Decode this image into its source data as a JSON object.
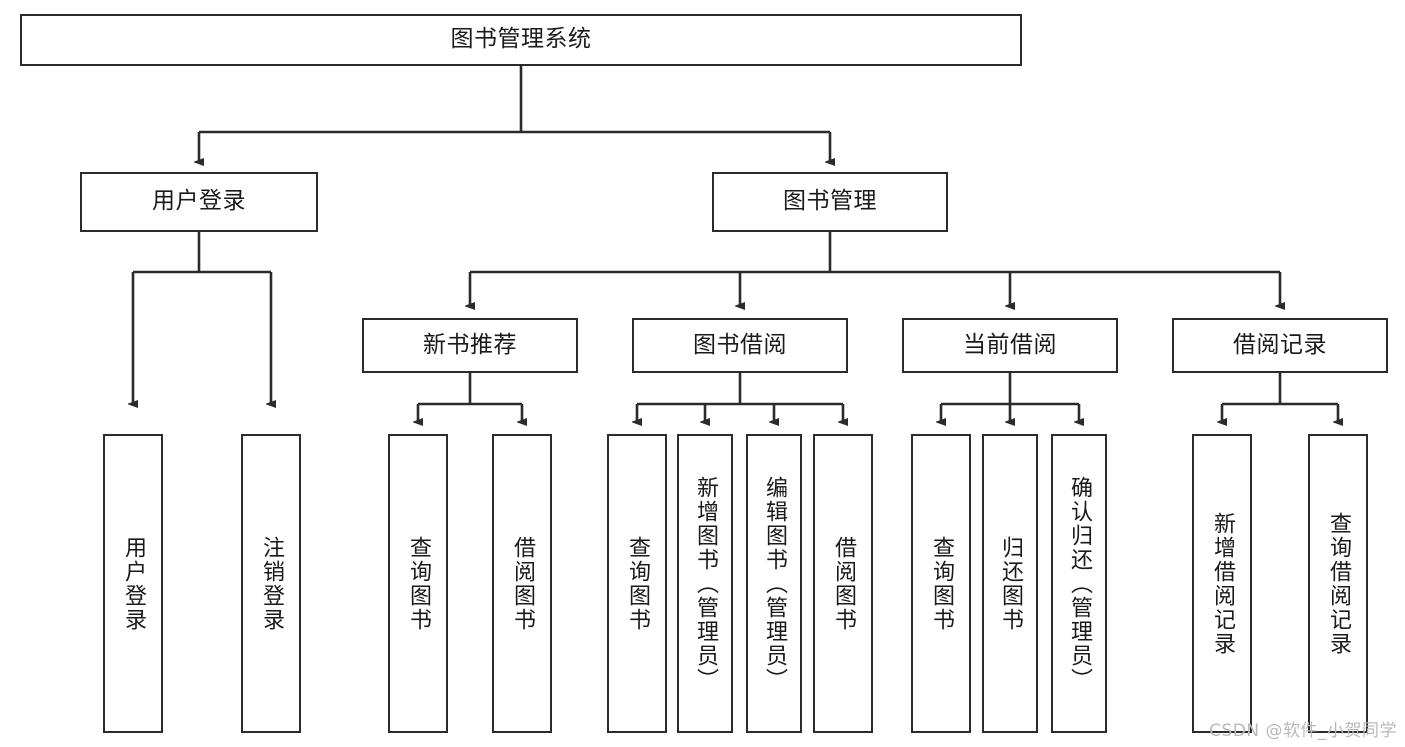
{
  "diagram": {
    "type": "tree-hierarchy-diagram",
    "title": "图书管理系统",
    "stroke_color": "#2b2b2b",
    "fill_color": "#ffffff",
    "text_color": "#1a1a1a",
    "root": {
      "label": "图书管理系统"
    },
    "level1": [
      {
        "label": "用户登录"
      },
      {
        "label": "图书管理"
      }
    ],
    "level2": [
      {
        "label": "新书推荐"
      },
      {
        "label": "图书借阅"
      },
      {
        "label": "当前借阅"
      },
      {
        "label": "借阅记录"
      }
    ],
    "leaves": {
      "user_login": [
        {
          "label": "用户登录"
        },
        {
          "label": "注销登录"
        }
      ],
      "new_book_recommend": [
        {
          "label": "查询图书"
        },
        {
          "label": "借阅图书"
        }
      ],
      "book_borrow": [
        {
          "label": "查询图书"
        },
        {
          "label": "新增图书（管理员）"
        },
        {
          "label": "编辑图书（管理员）"
        },
        {
          "label": "借阅图书"
        }
      ],
      "current_borrow": [
        {
          "label": "查询图书"
        },
        {
          "label": "归还图书"
        },
        {
          "label": "确认归还（管理员）"
        }
      ],
      "borrow_record": [
        {
          "label": "新增借阅记录"
        },
        {
          "label": "查询借阅记录"
        }
      ]
    }
  },
  "watermark": {
    "text": "CSDN @软件_小贺同学"
  }
}
